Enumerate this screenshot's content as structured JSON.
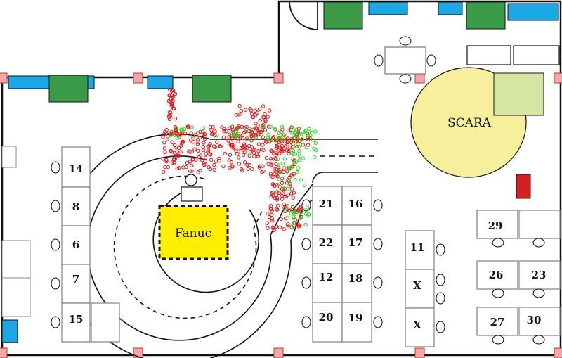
{
  "labels": {
    "fanuc": "Fanuc",
    "scara": "SCARA",
    "desks": {
      "d14": "14",
      "d8": "8",
      "d6": "6",
      "d7": "7",
      "d15": "15",
      "d21": "21",
      "d16": "16",
      "d22": "22",
      "d17": "17",
      "d12": "12",
      "d18": "18",
      "d20": "20",
      "d19": "19",
      "d11": "11",
      "x1": "X",
      "x2": "X",
      "d29": "29",
      "d26": "26",
      "d23": "23",
      "d27": "27",
      "d30": "30"
    }
  },
  "colors": {
    "wall": "#111111",
    "green_block": "#3a9a48",
    "blue_block": "#1ca8e6",
    "pillar": "#f4a6a8",
    "fanuc_fill": "#ffee00",
    "scara_fill": "#f6ef9c",
    "scara_table": "#d6e6a2",
    "red_box": "#d42020",
    "desk_border": "#8a8a8a",
    "trace_red": "#ee1111",
    "trace_green": "#22dd22"
  },
  "icons": [
    "door-swing-icon",
    "chair-icon",
    "pillar-icon"
  ]
}
